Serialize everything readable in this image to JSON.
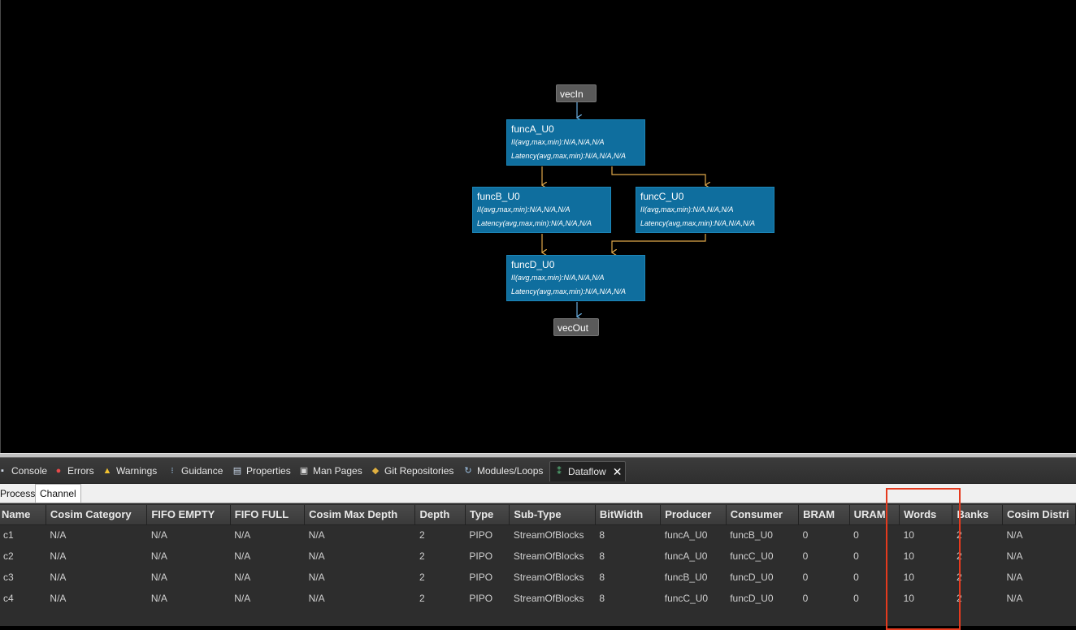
{
  "graph": {
    "ports": {
      "input": "vecIn",
      "output": "vecOut"
    },
    "functions": [
      {
        "name": "funcA_U0",
        "ii": "II(avg,max,min):N/A,N/A,N/A",
        "latency": "Latency(avg,max,min):N/A,N/A,N/A"
      },
      {
        "name": "funcB_U0",
        "ii": "II(avg,max,min):N/A,N/A,N/A",
        "latency": "Latency(avg,max,min):N/A,N/A,N/A"
      },
      {
        "name": "funcC_U0",
        "ii": "II(avg,max,min):N/A,N/A,N/A",
        "latency": "Latency(avg,max,min):N/A,N/A,N/A"
      },
      {
        "name": "funcD_U0",
        "ii": "II(avg,max,min):N/A,N/A,N/A",
        "latency": "Latency(avg,max,min):N/A,N/A,N/A"
      }
    ],
    "colors": {
      "node": "#0f6e9e",
      "port": "#5a5a5a",
      "edge_data": "#e0a84a",
      "edge_port": "#6aaee0"
    }
  },
  "view_tabs": [
    {
      "label": "Console",
      "icon": "console-icon"
    },
    {
      "label": "Errors",
      "icon": "errors-icon"
    },
    {
      "label": "Warnings",
      "icon": "warnings-icon"
    },
    {
      "label": "Guidance",
      "icon": "guidance-icon"
    },
    {
      "label": "Properties",
      "icon": "properties-icon"
    },
    {
      "label": "Man Pages",
      "icon": "man-pages-icon"
    },
    {
      "label": "Git Repositories",
      "icon": "git-icon"
    },
    {
      "label": "Modules/Loops",
      "icon": "modules-icon"
    },
    {
      "label": "Dataflow",
      "icon": "dataflow-icon",
      "active": true
    }
  ],
  "sub_tabs": {
    "process": "Process",
    "channel": "Channel",
    "active": "Channel"
  },
  "table": {
    "columns": [
      "Name",
      "Cosim Category",
      "FIFO EMPTY",
      "FIFO FULL",
      "Cosim Max Depth",
      "Depth",
      "Type",
      "Sub-Type",
      "BitWidth",
      "Producer",
      "Consumer",
      "BRAM",
      "URAM",
      "Words",
      "Banks",
      "Cosim Distri"
    ],
    "rows": [
      [
        "c1",
        "N/A",
        "N/A",
        "N/A",
        "N/A",
        "2",
        "PIPO",
        "StreamOfBlocks",
        "8",
        "funcA_U0",
        "funcB_U0",
        "0",
        "0",
        "10",
        "2",
        "N/A"
      ],
      [
        "c2",
        "N/A",
        "N/A",
        "N/A",
        "N/A",
        "2",
        "PIPO",
        "StreamOfBlocks",
        "8",
        "funcA_U0",
        "funcC_U0",
        "0",
        "0",
        "10",
        "2",
        "N/A"
      ],
      [
        "c3",
        "N/A",
        "N/A",
        "N/A",
        "N/A",
        "2",
        "PIPO",
        "StreamOfBlocks",
        "8",
        "funcB_U0",
        "funcD_U0",
        "0",
        "0",
        "10",
        "2",
        "N/A"
      ],
      [
        "c4",
        "N/A",
        "N/A",
        "N/A",
        "N/A",
        "2",
        "PIPO",
        "StreamOfBlocks",
        "8",
        "funcC_U0",
        "funcD_U0",
        "0",
        "0",
        "10",
        "2",
        "N/A"
      ]
    ]
  },
  "highlight": {
    "column": "Words",
    "color": "#e53a1e"
  }
}
